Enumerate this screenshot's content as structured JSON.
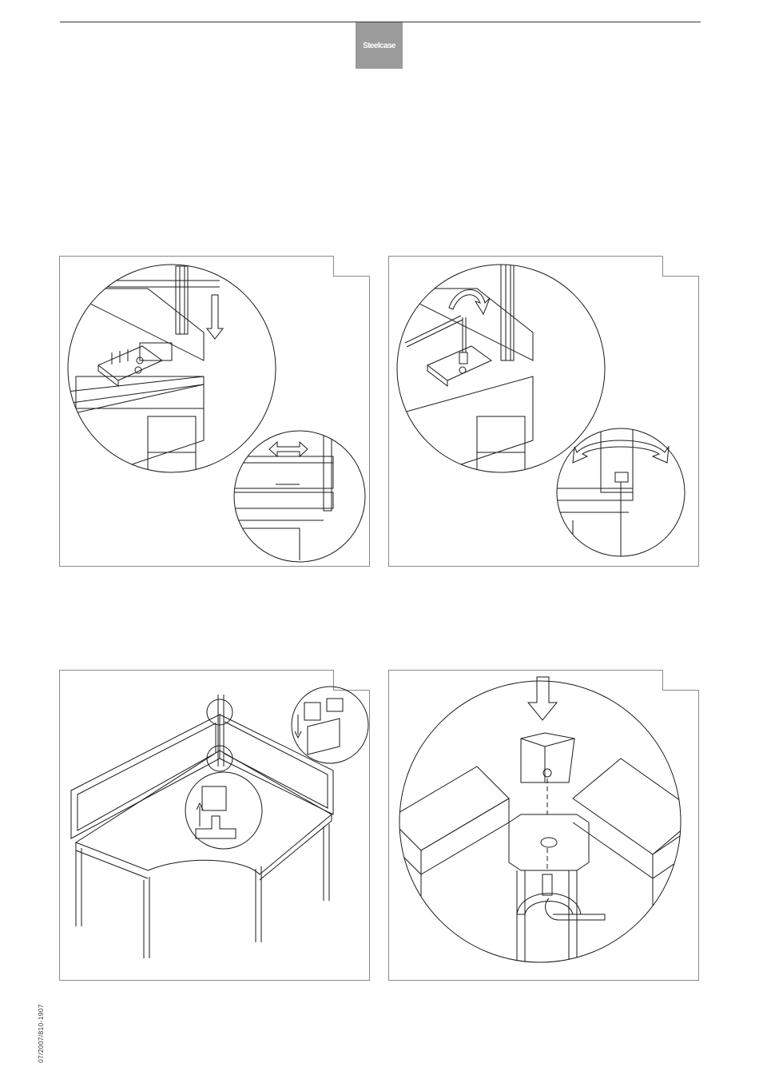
{
  "header": {
    "brand": "Steelcase"
  },
  "footer": {
    "document_code": "07/2007/810-1907"
  },
  "figures": [
    {
      "id": "fig-1",
      "depicts": "bracket-slide-onto-bar"
    },
    {
      "id": "fig-2",
      "depicts": "hex-key-tighten-screw"
    },
    {
      "id": "fig-3",
      "depicts": "corner-desk-screen-assembly"
    },
    {
      "id": "fig-4",
      "depicts": "corner-post-cap-insert"
    }
  ],
  "colors": {
    "line": "#1a1a1a",
    "frame": "#8a8a8a",
    "logo_bg": "#9b9b9b"
  }
}
